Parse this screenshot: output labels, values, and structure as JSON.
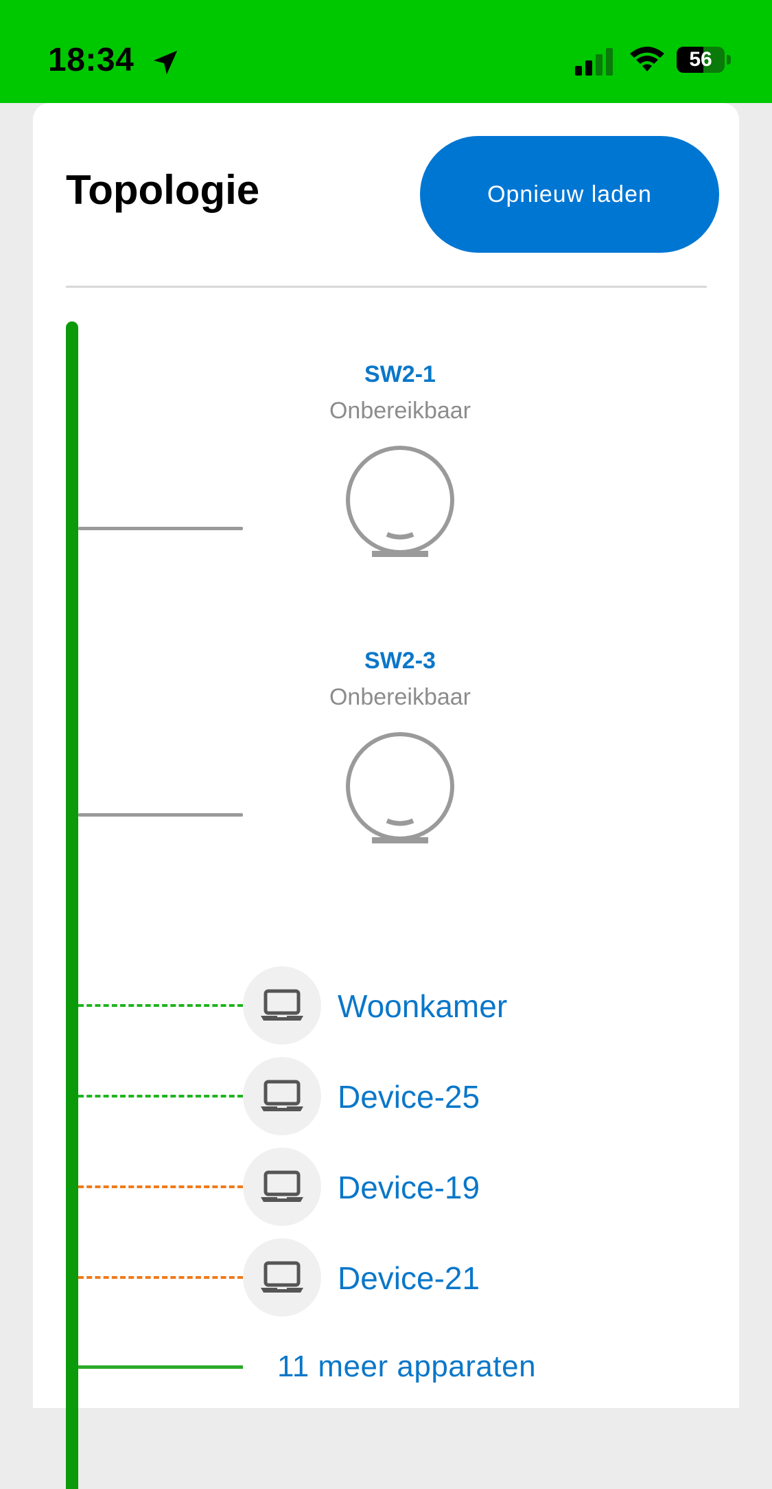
{
  "status_bar": {
    "time": "18:34",
    "battery": "56",
    "battery_level_percent": 56,
    "icons": [
      "location-arrow-icon",
      "cellular-signal-icon",
      "wifi-icon",
      "battery-icon"
    ]
  },
  "header": {
    "title": "Topologie",
    "reload_label": "Opnieuw laden"
  },
  "nodes": [
    {
      "name": "SW2-1",
      "status": "Onbereikbaar",
      "icon": "access-point-icon"
    },
    {
      "name": "SW2-3",
      "status": "Onbereikbaar",
      "icon": "access-point-icon"
    }
  ],
  "devices": [
    {
      "name": "Woonkamer",
      "link": "wireless-good",
      "link_color": "#1fb41f",
      "icon": "laptop-icon"
    },
    {
      "name": "Device-25",
      "link": "wireless-good",
      "link_color": "#1fb41f",
      "icon": "laptop-icon"
    },
    {
      "name": "Device-19",
      "link": "wireless-weak",
      "link_color": "#f07a1a",
      "icon": "laptop-icon"
    },
    {
      "name": "Device-21",
      "link": "wireless-weak",
      "link_color": "#f07a1a",
      "icon": "laptop-icon"
    }
  ],
  "more_devices_label": "11 meer apparaten",
  "colors": {
    "status_bar": "#00c800",
    "accent": "#0076d3",
    "link_text": "#0a77c9",
    "trunk": "#0a9a0a",
    "offline": "#9a9a9a"
  }
}
